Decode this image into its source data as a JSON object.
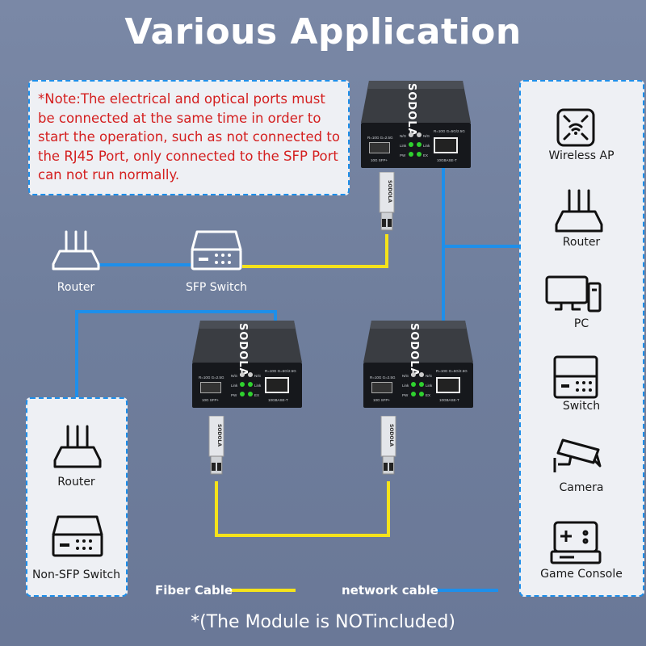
{
  "title": "Various Application",
  "note": "*Note:The electrical and optical ports must be connected at the same time in order to start the operation, such as not connected to the RJ45 Port, only connected to the SFP Port can not run normally.",
  "middle_devices": {
    "router": "Router",
    "sfp_switch": "SFP Switch"
  },
  "left_panel": {
    "items": [
      {
        "label": "Router",
        "icon": "router-icon"
      },
      {
        "label": "Non-SFP Switch",
        "icon": "switch-icon"
      }
    ]
  },
  "right_panel": {
    "items": [
      {
        "label": "Wireless AP",
        "icon": "wireless-ap-icon"
      },
      {
        "label": "Router",
        "icon": "router-icon"
      },
      {
        "label": "PC",
        "icon": "pc-icon"
      },
      {
        "label": "Switch",
        "icon": "switch-icon"
      },
      {
        "label": "Camera",
        "icon": "camera-icon"
      },
      {
        "label": "Game Console",
        "icon": "game-console-icon"
      }
    ]
  },
  "converter": {
    "brand": "SODOLA",
    "sfp_speed": "R=10G G=2.5G",
    "sfp_label": "10G SFP+",
    "rj45_speed": "R=10G G=5G/2.5G",
    "rj45_label": "10GBASE-T",
    "led_left": [
      "N/G",
      "Link",
      "PW"
    ],
    "led_right": [
      "N/G",
      "Link",
      "EX"
    ]
  },
  "module_brand": "SODOLA",
  "legend": {
    "fiber": "Fiber Cable",
    "network": "network cable"
  },
  "colors": {
    "fiber": "#f5e31a",
    "network": "#1e8fea",
    "note_text": "#d41f1f"
  },
  "footer": "*(The Module is NOTincluded)"
}
